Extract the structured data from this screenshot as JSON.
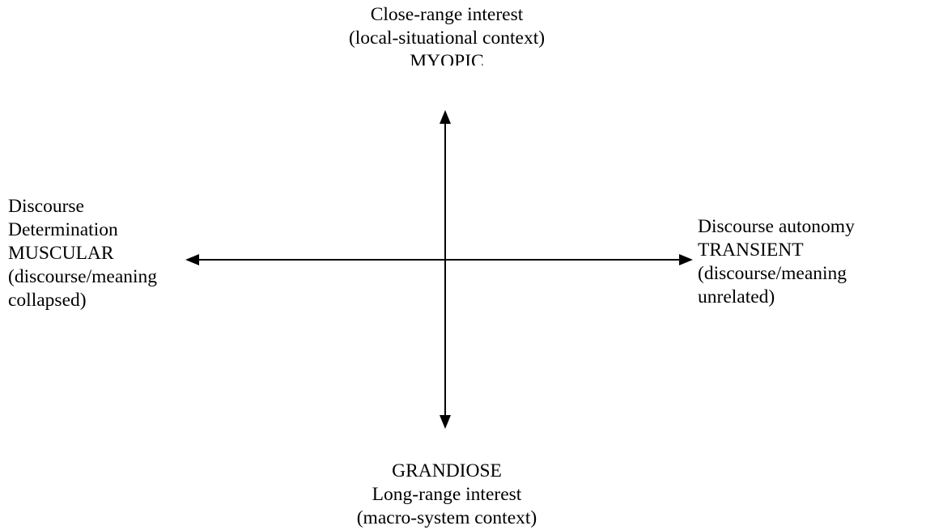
{
  "diagram": {
    "top": {
      "lines": [
        "Close-range interest",
        "(local-situational context)",
        "MYOPIC"
      ]
    },
    "bottom": {
      "lines": [
        "GRANDIOSE",
        "Long-range interest",
        "(macro-system context)"
      ]
    },
    "left": {
      "lines": [
        "Discourse",
        "Determination",
        "MUSCULAR",
        "(discourse/meaning",
        "collapsed)"
      ]
    },
    "right": {
      "lines": [
        "Discourse autonomy",
        "TRANSIENT",
        "(discourse/meaning",
        "unrelated)"
      ]
    },
    "colors": {
      "line": "#000000",
      "text": "#000000",
      "background": "#ffffff"
    }
  }
}
